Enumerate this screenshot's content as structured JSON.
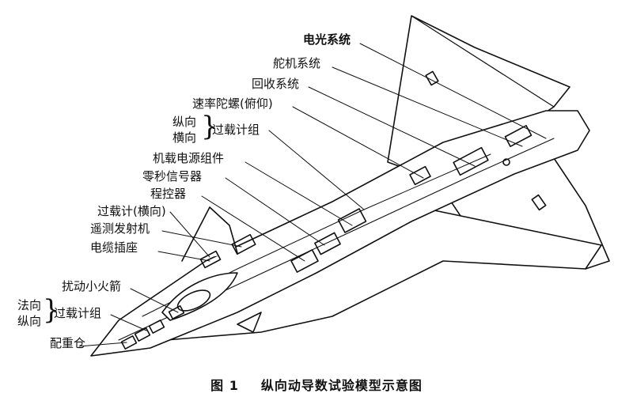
{
  "labels": {
    "electro_optical": "电光系统",
    "servo": "舵机系统",
    "recovery": "回收系统",
    "rate_gyro": "速率陀螺(俯仰)",
    "longitudinal": "纵向",
    "lateral": "横向",
    "accel_group_upper": "过载计组",
    "power_unit": "机载电源组件",
    "zero_second_signal": "零秒信号器",
    "programmer": "程控器",
    "accel_lateral": "过载计(横向)",
    "telemetry_tx": "遥测发射机",
    "cable_socket": "电缆插座",
    "disturb_rocket": "扰动小火箭",
    "normal": "法向",
    "longitudinal2": "纵向",
    "accel_group_lower": "过载计组",
    "ballast": "配重仓"
  },
  "caption": {
    "figure_no": "图 1",
    "title": "纵向动导数试验模型示意图"
  }
}
